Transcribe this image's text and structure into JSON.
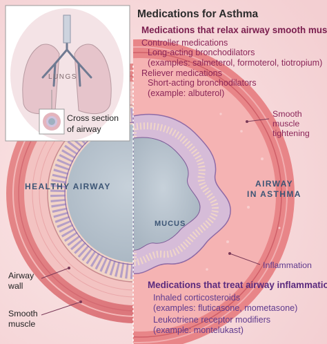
{
  "title": "Medications for Asthma",
  "relax": {
    "heading": "Medications that relax airway smooth muscle",
    "controller_label": "Controller medications",
    "controller_detail": "Long-acting bronchodilators",
    "controller_examples": "(examples: salmeterol, formoterol, tiotropium)",
    "reliever_label": "Reliever medications",
    "reliever_detail": "Short-acting bronchodilators",
    "reliever_examples": "(example: albuterol)"
  },
  "inflammation_meds": {
    "heading": "Medications that treat airway inflammation",
    "item1": "Inhaled corticosteroids",
    "item1_examples": "(examples: fluticasone, mometasone)",
    "item2": "Leukotriene receptor modifiers",
    "item2_examples": "(example: montelukast)"
  },
  "inset": {
    "organ_label": "LUNGS",
    "cross_section_line1": "Cross section",
    "cross_section_line2": "of airway"
  },
  "labels": {
    "healthy_airway": "HEALTHY AIRWAY",
    "asthma_line1": "AIRWAY",
    "asthma_line2": "IN ASTHMA",
    "mucus": "MUCUS",
    "smooth_tightening_1": "Smooth",
    "smooth_tightening_2": "muscle",
    "smooth_tightening_3": "tightening",
    "inflammation": "Inflammation",
    "airway_wall_1": "Airway",
    "airway_wall_2": "wall",
    "smooth_muscle_1": "Smooth",
    "smooth_muscle_2": "muscle"
  },
  "colors": {
    "relax_heading": "#7a1d4e",
    "inflammation_heading": "#5a2a7e",
    "lumen": "#b9c4cf",
    "tissue": "#efb5b5"
  }
}
